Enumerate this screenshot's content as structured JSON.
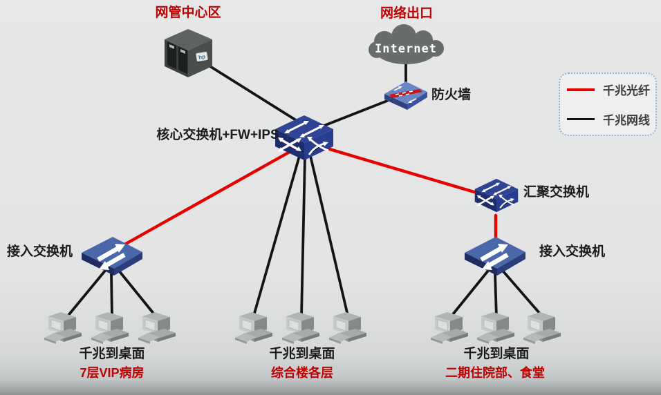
{
  "colors": {
    "fiber_red": "#e60000",
    "cable_black": "#141414",
    "red_text": "#c00000",
    "switch_blue": "#2b3f87",
    "legend_border": "#87b3da"
  },
  "labels": {
    "mgmt_zone": "网管中心区",
    "network_exit": "网络出口",
    "internet": "Internet",
    "firewall": "防火墙",
    "core_switch": "核心交换机+FW+IPS",
    "aggregation_switch": "汇聚交换机",
    "access_switch_left": "接入交换机",
    "access_switch_right": "接入交换机"
  },
  "legend": {
    "items": [
      {
        "label": "千兆光纤",
        "type": "fiber"
      },
      {
        "label": "千兆网线",
        "type": "cable"
      }
    ]
  },
  "desktop_groups": [
    {
      "bandwidth_label": "千兆到桌面",
      "location_label": "7层VIP病房"
    },
    {
      "bandwidth_label": "千兆到桌面",
      "location_label": "综合楼各层"
    },
    {
      "bandwidth_label": "千兆到桌面",
      "location_label": "二期住院部、食堂"
    }
  ]
}
